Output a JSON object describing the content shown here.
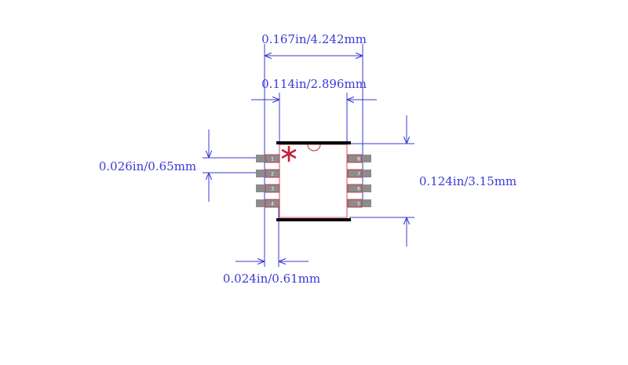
{
  "dimensions": {
    "overall_width": "0.167in/4.242mm",
    "body_width": "0.114in/2.896mm",
    "pin_pitch": "0.026in/0.65mm",
    "body_length": "0.124in/3.15mm",
    "pad_width": "0.024in/0.61mm"
  },
  "pins": {
    "left": [
      "1",
      "2",
      "3",
      "4"
    ],
    "right": [
      "8",
      "7",
      "6",
      "5"
    ]
  },
  "colors": {
    "dimension": "#3a3ad6",
    "pad": "#8c8c8c",
    "pad_outline": "#c0243c",
    "outline": "#000000",
    "pin1_marker": "#c0243c"
  }
}
